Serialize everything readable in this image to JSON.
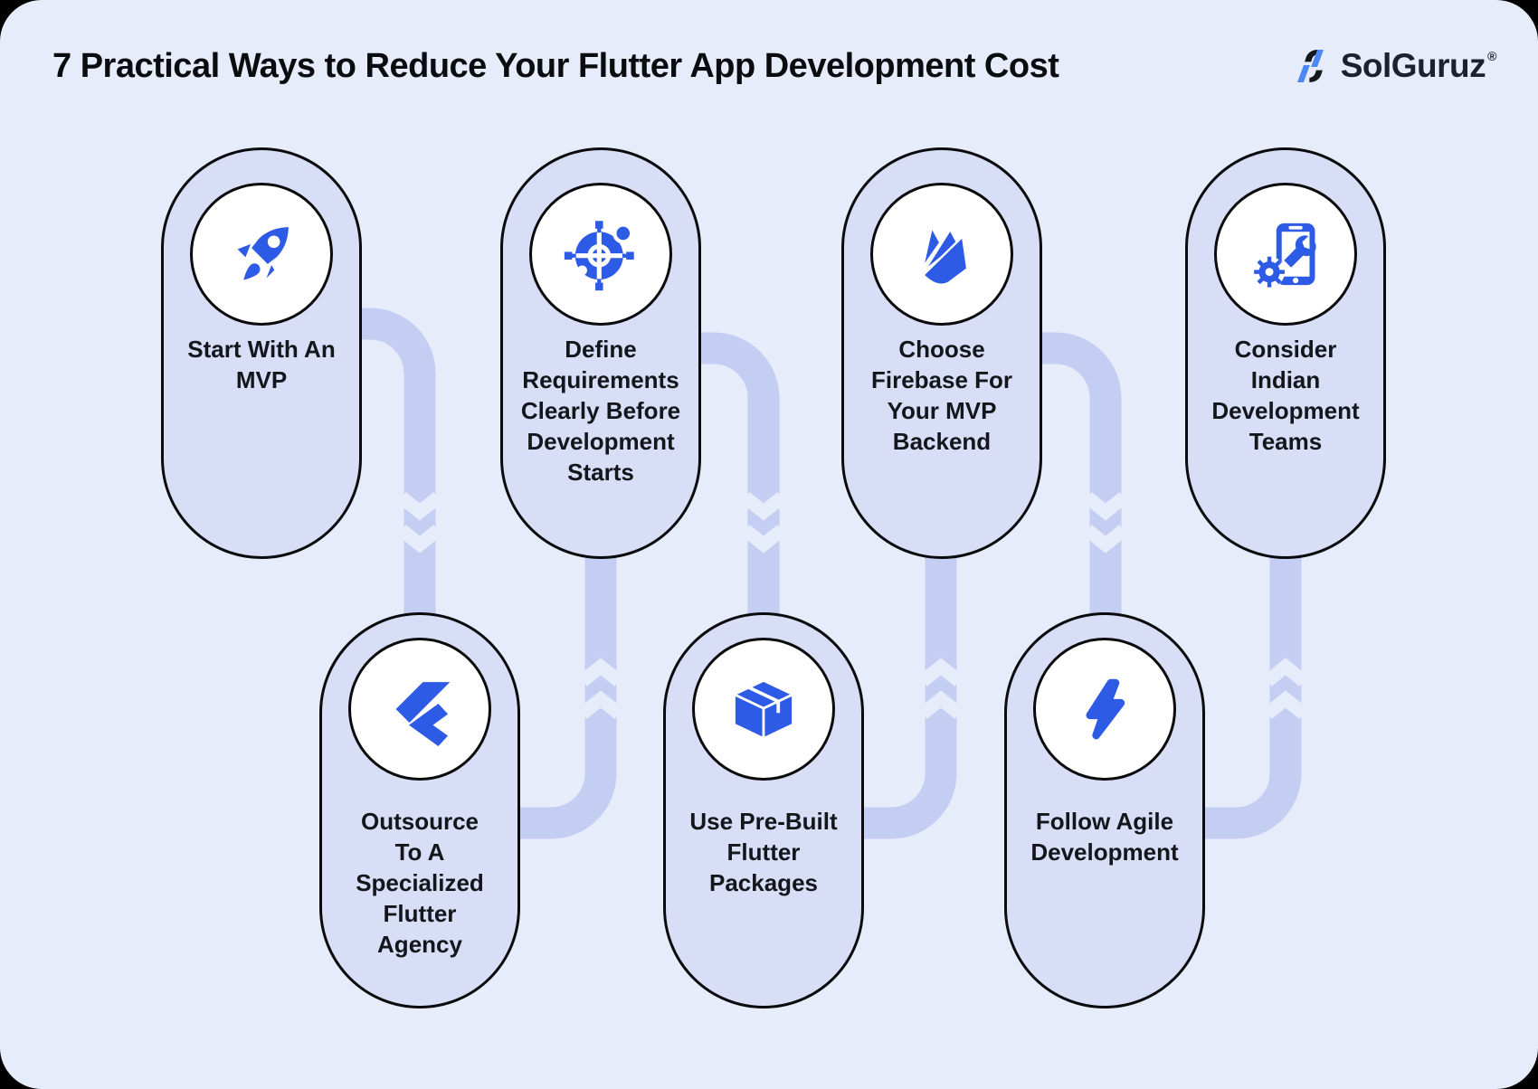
{
  "header": {
    "title": "7 Practical Ways to Reduce Your Flutter App Development Cost",
    "logo": {
      "name": "SolGuruz",
      "registered_mark": "®"
    }
  },
  "steps": [
    {
      "label": "Start With An MVP",
      "icon": "rocket-icon"
    },
    {
      "label": "Define Requirements Clearly Before Development Starts",
      "icon": "target-scope-icon"
    },
    {
      "label": "Choose Firebase For Your MVP Backend",
      "icon": "firebase-icon"
    },
    {
      "label": "Consider Indian Development Teams",
      "icon": "phone-tools-icon"
    },
    {
      "label": "Outsource To A Specialized Flutter Agency",
      "icon": "flutter-icon"
    },
    {
      "label": "Use Pre-Built Flutter Packages",
      "icon": "package-box-icon"
    },
    {
      "label": "Follow Agile Development",
      "icon": "lightning-bolt-icon"
    }
  ],
  "colors": {
    "canvas_background": "#e7ecfb",
    "pill_fill": "#d7def6",
    "connector": "#c4cdf2",
    "icon_blue": "#2e5be6",
    "outline_black": "#0b0b0e",
    "text": "#14161c"
  }
}
